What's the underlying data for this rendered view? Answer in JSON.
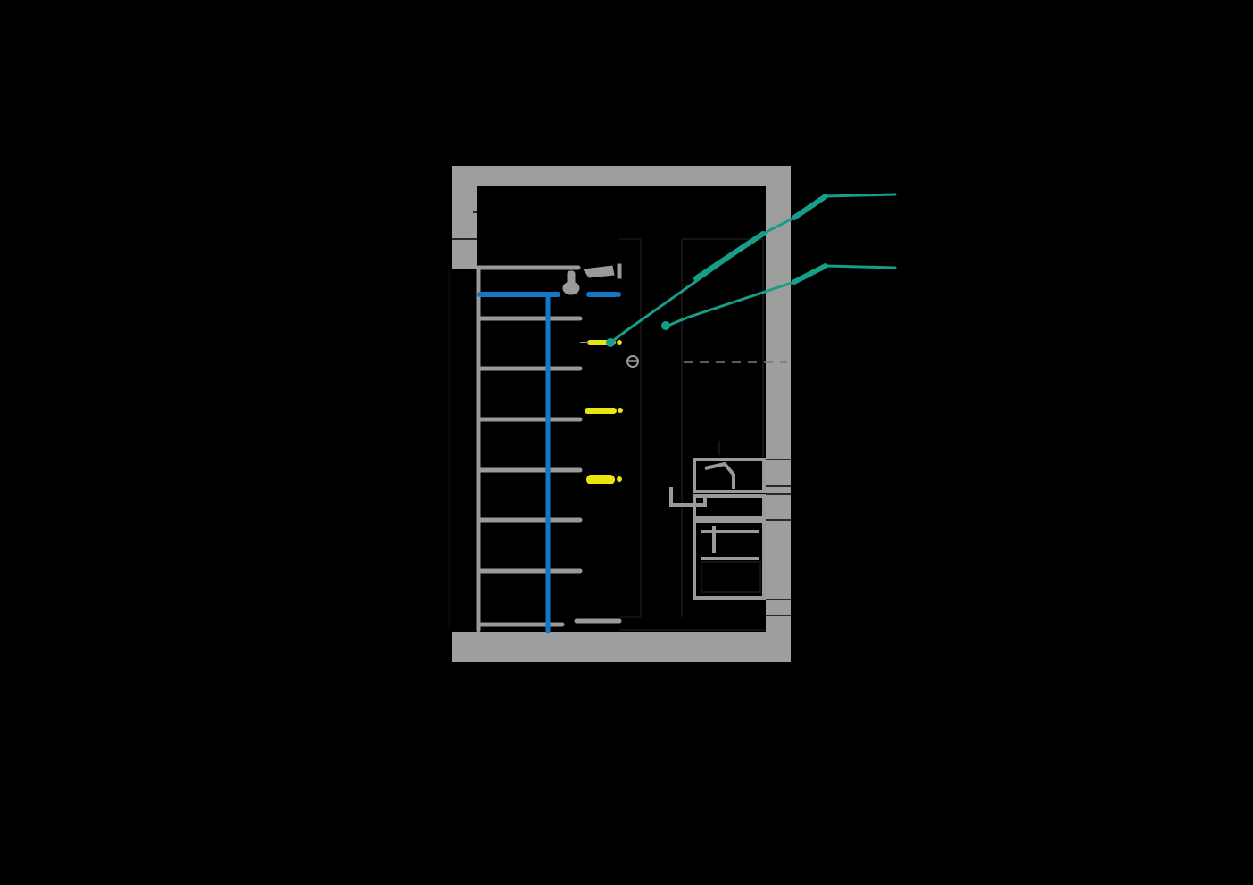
{
  "diagram": {
    "colors": {
      "background": "#000000",
      "wall": "#9e9e9e",
      "fixture": "#9a9a9a",
      "line": "#b0b0b0",
      "cold_pipe": "#1478c8",
      "hot_point": "#e8e60c",
      "leader": "#169e88"
    },
    "hot_water_outlets": 3,
    "shelf_count": 7,
    "leader_count": 2
  }
}
